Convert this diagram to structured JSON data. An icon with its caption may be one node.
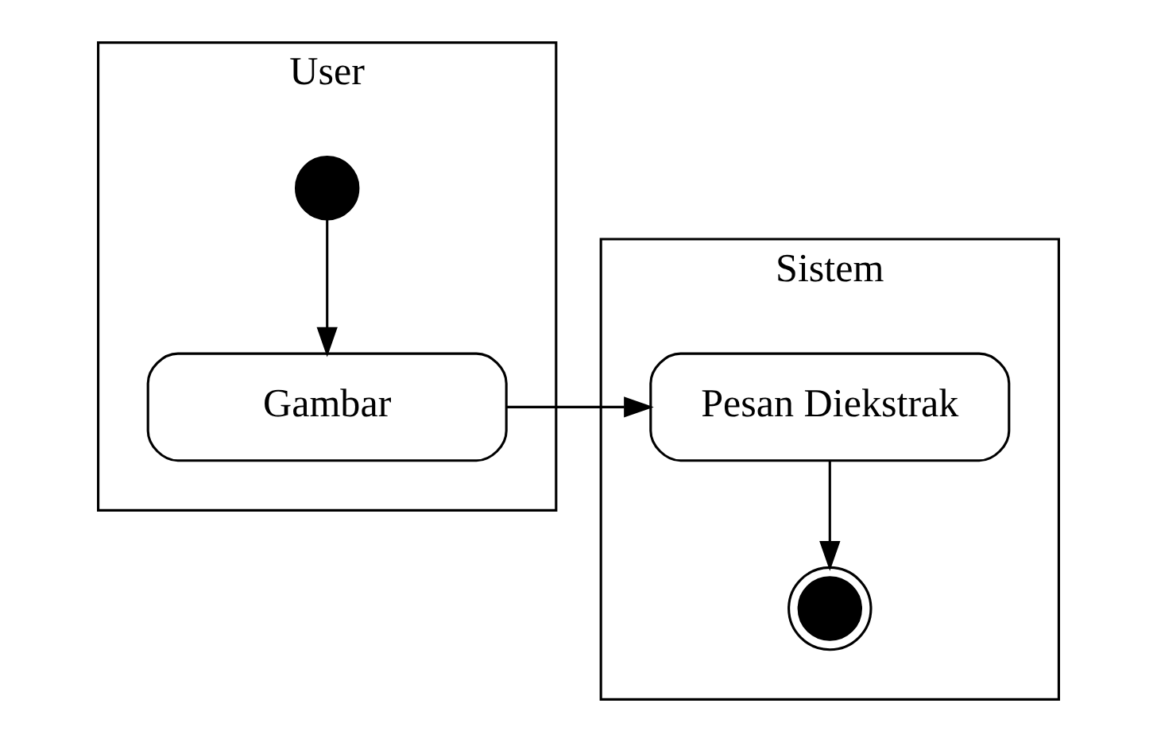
{
  "diagram": {
    "nodes": [
      {
        "text": [
          "User"
        ]
      },
      {
        "text": [
          "Sistem"
        ]
      },
      {
        "text": [],
        "shape": "circle",
        "in": 0
      },
      {
        "text": [
          "Gambar"
        ],
        "in": 0
      },
      {
        "text": [
          "Pesan Diekstrak"
        ],
        "in": 1
      },
      {
        "text": [],
        "shape": "bullseye",
        "in": 1
      }
    ],
    "edges": [
      {
        "from": 2,
        "to": 3,
        "arrow": "to"
      },
      {
        "from": 3,
        "to": 4,
        "arrow": "to"
      },
      {
        "from": 4,
        "to": 5,
        "arrow": "to"
      }
    ]
  }
}
